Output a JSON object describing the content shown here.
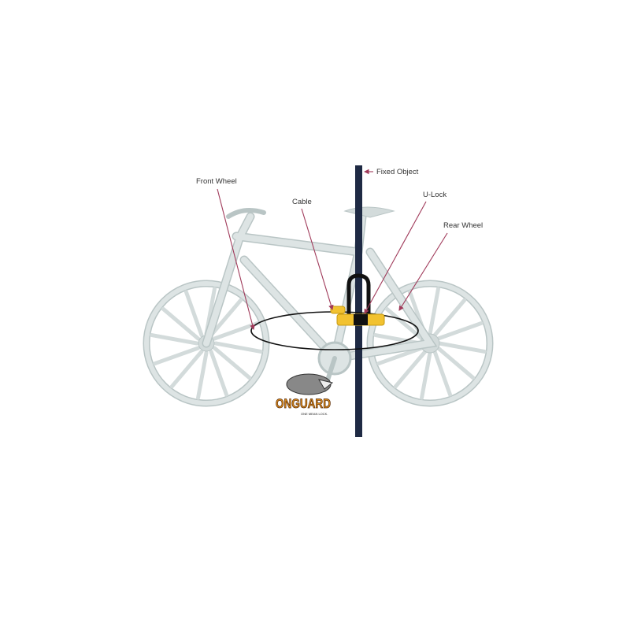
{
  "labels": {
    "front_wheel": "Front Wheel",
    "cable": "Cable",
    "fixed_object": "Fixed Object",
    "u_lock": "U-Lock",
    "rear_wheel": "Rear Wheel"
  },
  "logo": {
    "brand": "ONGUARD",
    "tagline": "ONE MEAN LOCK."
  },
  "colors": {
    "arrow": "#a03a5a",
    "pole": "#1f2a44",
    "lock": "#f2c230",
    "frame": "#dde4e4"
  }
}
